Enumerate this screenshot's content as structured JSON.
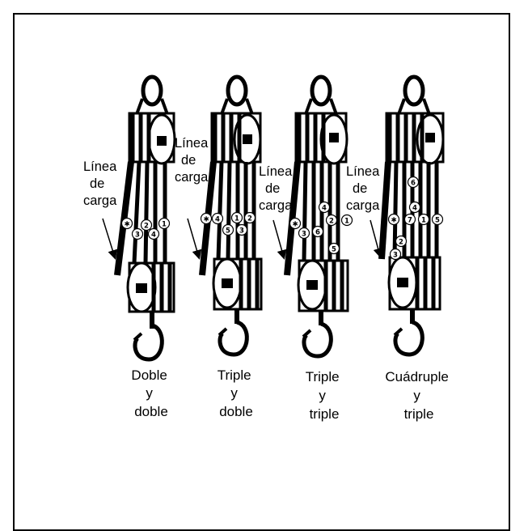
{
  "figure": {
    "hoists": [
      {
        "load_line": [
          "Línea",
          "de",
          "carga"
        ],
        "caption": [
          "Doble",
          "y",
          "doble"
        ],
        "markers": [
          "✱",
          "3",
          "2",
          "4",
          "1"
        ]
      },
      {
        "load_line": [
          "Línea",
          "de",
          "carga"
        ],
        "caption": [
          "Triple",
          "y",
          "doble"
        ],
        "markers": [
          "✱",
          "4",
          "5",
          "1",
          "3",
          "2"
        ]
      },
      {
        "load_line": [
          "Línea",
          "de",
          "carga"
        ],
        "caption": [
          "Triple",
          "y",
          "triple"
        ],
        "markers": [
          "✱",
          "3",
          "6",
          "4",
          "2",
          "1",
          "5"
        ]
      },
      {
        "load_line": [
          "Línea",
          "de",
          "carga"
        ],
        "caption": [
          "Cuádruple",
          "y",
          "triple"
        ],
        "markers": [
          "6",
          "✱",
          "7",
          "1",
          "5",
          "4",
          "2",
          "3"
        ]
      }
    ]
  }
}
